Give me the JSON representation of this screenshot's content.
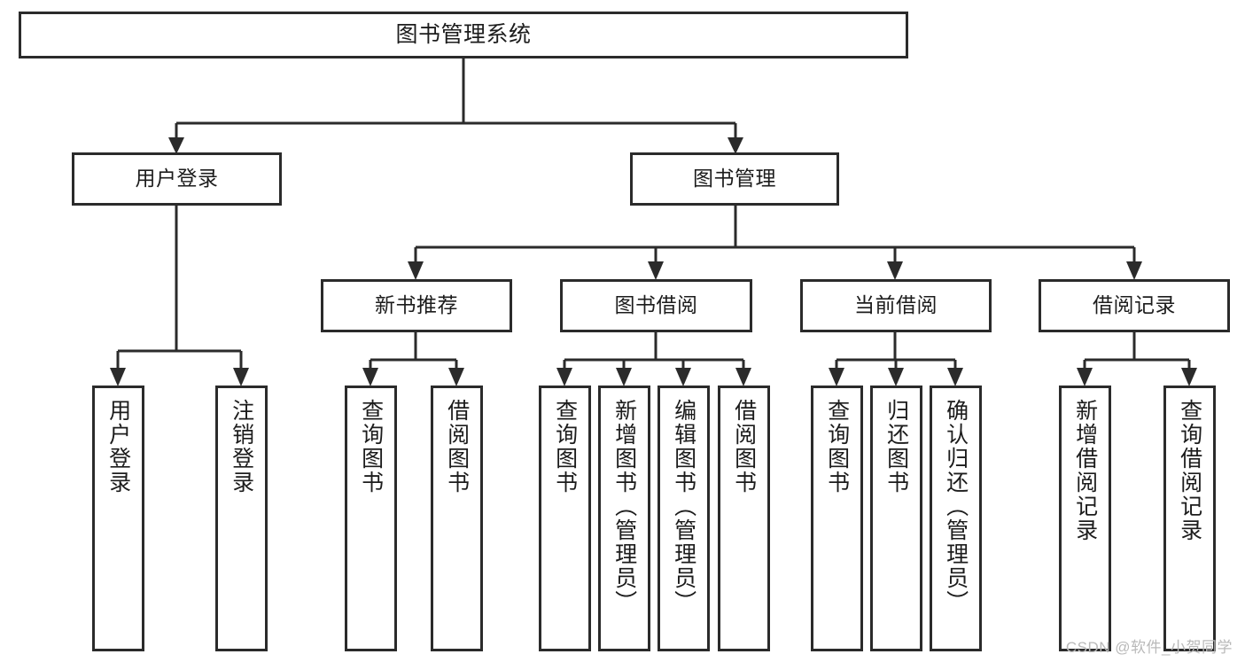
{
  "diagram": {
    "type": "tree",
    "title": "图书管理系统",
    "root": {
      "label": "图书管理系统"
    },
    "level2": [
      {
        "label": "用户登录"
      },
      {
        "label": "图书管理"
      }
    ],
    "level3": [
      {
        "label": "新书推荐"
      },
      {
        "label": "图书借阅"
      },
      {
        "label": "当前借阅"
      },
      {
        "label": "借阅记录"
      }
    ],
    "leaves": {
      "user_login": [
        {
          "label": "用户登录"
        },
        {
          "label": "注销登录"
        }
      ],
      "new_book_recommend": [
        {
          "label": "查询图书"
        },
        {
          "label": "借阅图书"
        }
      ],
      "book_borrow": [
        {
          "label": "查询图书"
        },
        {
          "label": "新增图书（管理员）"
        },
        {
          "label": "编辑图书（管理员）"
        },
        {
          "label": "借阅图书"
        }
      ],
      "current_borrow": [
        {
          "label": "查询图书"
        },
        {
          "label": "归还图书"
        },
        {
          "label": "确认归还（管理员）"
        }
      ],
      "borrow_record": [
        {
          "label": "新增借阅记录"
        },
        {
          "label": "查询借阅记录"
        }
      ]
    }
  },
  "watermark": {
    "text": "CSDN @软件_小贺同学"
  },
  "colors": {
    "stroke": "#2b2b2b",
    "fill": "#ffffff",
    "text": "#1c1c1c",
    "watermark": "#b9b9b9"
  }
}
